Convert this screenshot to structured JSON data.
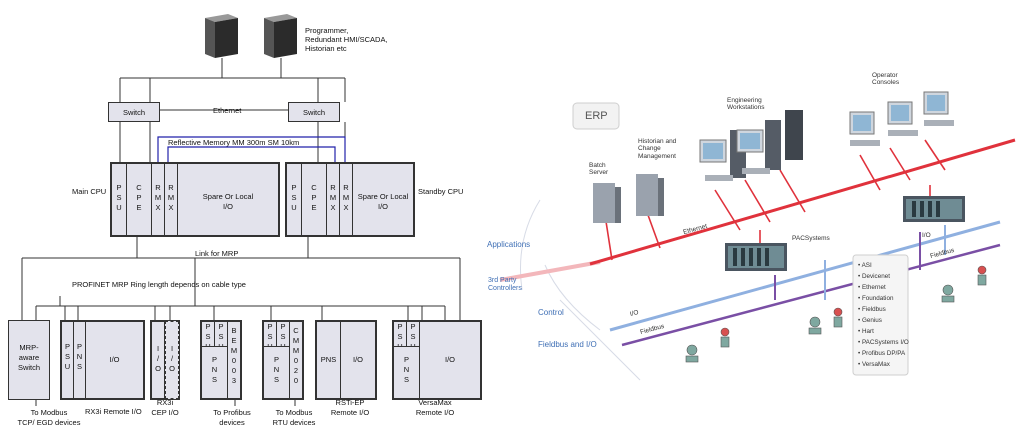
{
  "left": {
    "programmer_note": "Programmer,\nRedundant HMI/SCADA,\nHistorian etc",
    "switch_left": "Switch",
    "switch_right": "Switch",
    "ethernet": "Ethernet",
    "reflective_memory": "Reflective Memory  MM 300m  SM  10km",
    "main_cpu": "Main CPU",
    "standby_cpu": "Standby CPU",
    "psu": "PSU",
    "cpe": "CPE",
    "rmx": "RMX",
    "spare_io": "Spare Or Local\nI/O",
    "link_mrp": "Link for MRP",
    "profinet_ring": "PROFINET MRP Ring length depends on cable type",
    "mrp_switch": "MRP-\naware\nSwitch",
    "pns": "PNS",
    "io": "I/O",
    "bem": "BEM003",
    "cmm": "CMM020",
    "captions": {
      "modbus_tcp": "To Modbus\nTCP/ EGD devices",
      "rx3i_remote": "RX3i Remote I/O",
      "rx3i_cep": "RX3i\nCEP I/O",
      "profibus": "To Profibus\ndevices",
      "modbus_rtu": "To Modbus\nRTU devices",
      "rstiep": "RSTi-EP\nRemote I/O",
      "versamax": "VersaMax\nRemote I/O"
    }
  },
  "right": {
    "erp": "ERP",
    "historian": "Historian and\nChange\nManagement",
    "batch_server": "Batch\nServer",
    "eng_ws": "Engineering\nWorkstations",
    "operator_consoles": "Operator\nConsoles",
    "ethernet": "Ethernet",
    "pacsystems": "PACSystems",
    "io": "I/O",
    "fieldbus": "Fieldbus",
    "applications": "Applications",
    "third_party": "3rd Party\nControllers",
    "control": "Control",
    "fieldbus_io": "Fieldbus and I/O",
    "protocols": [
      "ASI",
      "Devicenet",
      "Ethernet",
      "Foundation",
      "Fieldbus",
      "Genius",
      "Hart",
      "PACSystems I/O",
      "Profibus DP/PA",
      "VersaMax"
    ]
  },
  "colors": {
    "box_fill": "#e3e3ec",
    "ethernet_red": "#e0323c",
    "io_blue": "#8fb0e0",
    "fieldbus_purple": "#7a4fa5",
    "label_blue": "#3f6fb5",
    "reflective_link": "#2222aa"
  }
}
